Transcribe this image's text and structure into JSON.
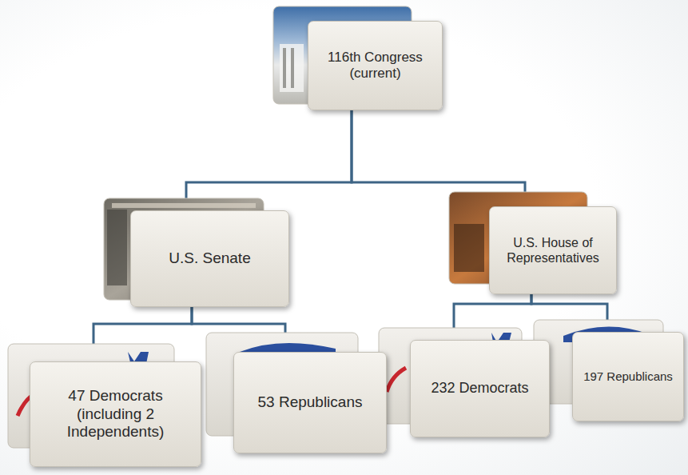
{
  "diagram": {
    "nodes": [
      {
        "text": [
          "116th Congress (current)"
        ]
      },
      {
        "text": [
          "U.S. Senate"
        ]
      },
      {
        "text": [
          "U.S. House of Representatives"
        ]
      },
      {
        "text": [
          "47 Democrats (including 2 Independents)"
        ]
      },
      {
        "text": [
          "53 Republicans"
        ]
      },
      {
        "text": [
          "232 Democrats"
        ]
      },
      {
        "text": [
          "197 Republicans"
        ]
      }
    ],
    "edges": [
      {
        "from": 0,
        "to": 1,
        "arrow": "none"
      },
      {
        "from": 0,
        "to": 2,
        "arrow": "none"
      },
      {
        "from": 1,
        "to": 3,
        "arrow": "none"
      },
      {
        "from": 1,
        "to": 4,
        "arrow": "none"
      },
      {
        "from": 2,
        "to": 5,
        "arrow": "none"
      },
      {
        "from": 2,
        "to": 6,
        "arrow": "none"
      }
    ]
  }
}
